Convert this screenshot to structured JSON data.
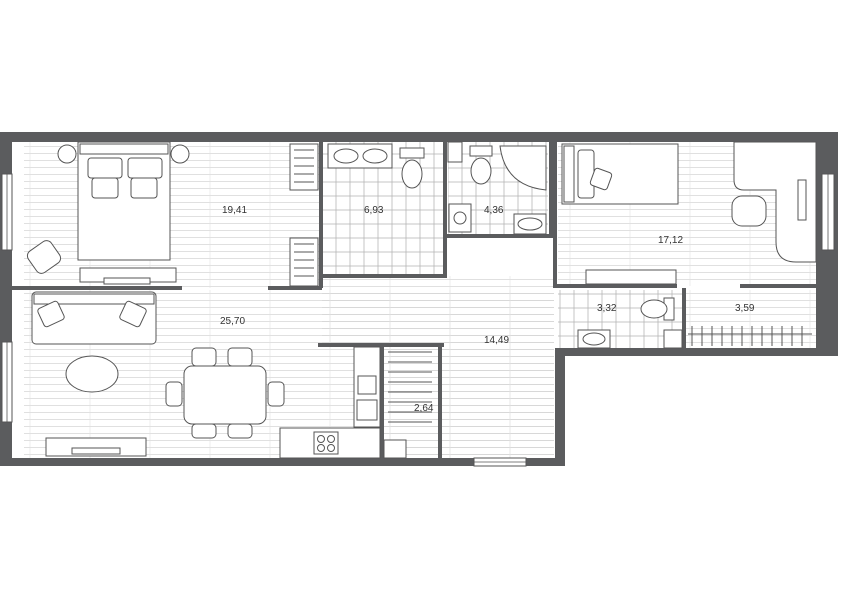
{
  "plan": {
    "rooms": [
      {
        "id": "bedroom",
        "area": "19,41"
      },
      {
        "id": "bathroom",
        "area": "6,93"
      },
      {
        "id": "wc",
        "area": "4,36"
      },
      {
        "id": "bedroom-2",
        "area": "17,12"
      },
      {
        "id": "living-kitchen",
        "area": "25,70"
      },
      {
        "id": "hallway",
        "area": "14,49"
      },
      {
        "id": "bathroom-2",
        "area": "3,32"
      },
      {
        "id": "wardrobe",
        "area": "3,59"
      },
      {
        "id": "storage",
        "area": "2,64"
      }
    ]
  },
  "colors": {
    "wall": "#5b5c5e",
    "floor_lines": "#d0d0d0",
    "furniture_stroke": "#555555"
  }
}
